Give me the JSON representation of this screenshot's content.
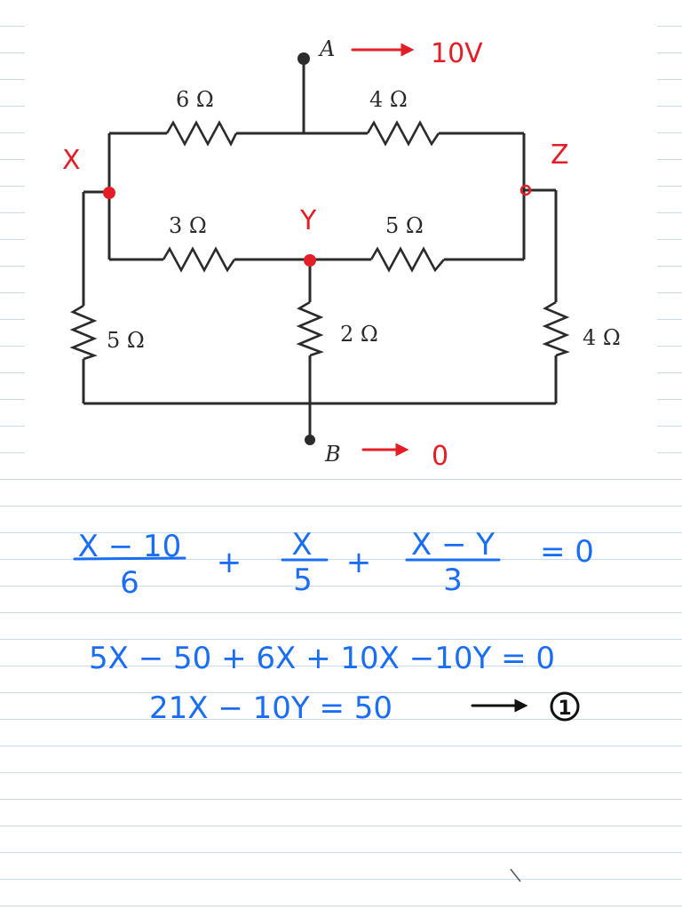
{
  "circuit": {
    "terminal_a": "A",
    "terminal_b": "B",
    "resistors": {
      "top_left": "6 Ω",
      "top_right": "4 Ω",
      "mid_left": "3 Ω",
      "mid_right": "5 Ω",
      "left_vertical": "5 Ω",
      "center_vertical": "2 Ω",
      "right_vertical": "4 Ω"
    }
  },
  "annotations": {
    "a_value": "10V",
    "b_value": "0",
    "node_x": "X",
    "node_y": "Y",
    "node_z": "Z",
    "color_red": "#e41e26"
  },
  "work": {
    "color_blue": "#1a6ef5",
    "fraction1_num": "X − 10",
    "fraction1_den": "6",
    "plus1": "+",
    "fraction2_num": "X",
    "fraction2_den": "5",
    "plus2": "+",
    "fraction3_num": "X − Y",
    "fraction3_den": "3",
    "eq1_rhs": "= 0",
    "line2": "5X − 50 + 6X + 10X −10Y = 0",
    "line3": "21X − 10Y = 50",
    "equation_tag": "1"
  }
}
